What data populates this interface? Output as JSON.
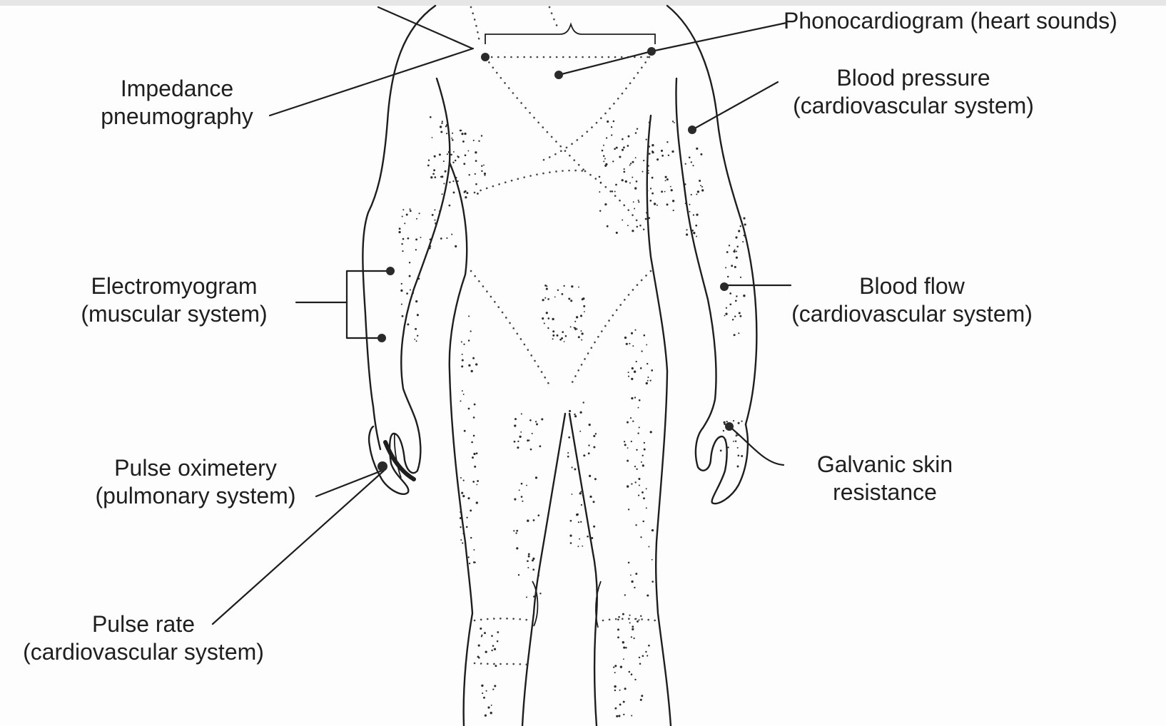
{
  "labels": {
    "phonocardiogram": "Phonocardiogram (heart sounds)",
    "impedance_pneumography": [
      "Impedance",
      "pneumography"
    ],
    "blood_pressure": [
      "Blood pressure",
      "(cardiovascular system)"
    ],
    "electromyogram": [
      "Electromyogram",
      "(muscular system)"
    ],
    "blood_flow": [
      "Blood flow",
      "(cardiovascular system)"
    ],
    "pulse_oximetery": [
      "Pulse oximetery",
      "(pulmonary system)"
    ],
    "galvanic_skin_resistance": [
      "Galvanic skin",
      "resistance"
    ],
    "pulse_rate": [
      "Pulse rate",
      "(cardiovascular system)"
    ]
  },
  "colors": {
    "ink": "#1e1e1e",
    "paper": "#fdfdfd"
  }
}
